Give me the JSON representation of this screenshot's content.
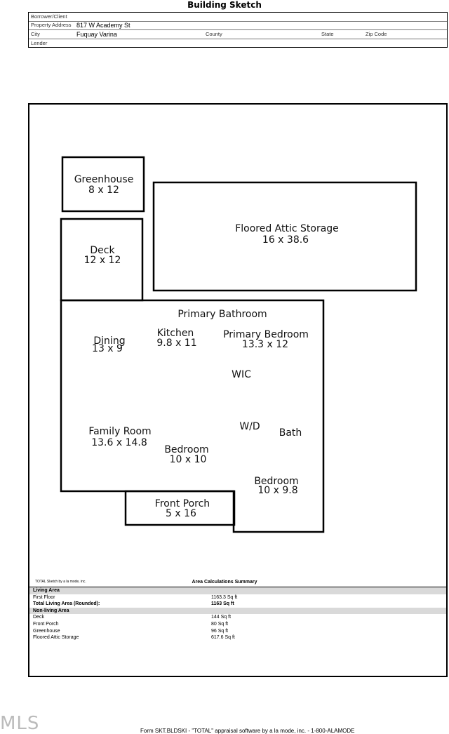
{
  "title": "Building Sketch",
  "header": {
    "borrower_label": "Borrower/Client",
    "borrower_value": "",
    "address_label": "Property Address",
    "address_value": "817 W Academy St",
    "city_label": "City",
    "city_value": "Fuquay Varina",
    "county_label": "County",
    "state_label": "State",
    "zip_label": "Zip Code",
    "lender_label": "Lender"
  },
  "rooms": {
    "greenhouse": {
      "name": "Greenhouse",
      "dims": "8 x 12"
    },
    "attic": {
      "name": "Floored Attic Storage",
      "dims": "16 x 38.6"
    },
    "deck": {
      "name": "Deck",
      "dims": "12 x 12"
    },
    "primary_bathroom": {
      "name": "Primary Bathroom"
    },
    "dining": {
      "name": "Dining",
      "dims": "13 x 9"
    },
    "kitchen": {
      "name": "Kitchen",
      "dims": "9.8 x 11"
    },
    "primary_bedroom": {
      "name": "Primary Bedroom",
      "dims": "13.3 x 12"
    },
    "wic": {
      "name": "WIC"
    },
    "family_room": {
      "name": "Family Room",
      "dims": "13.6 x 14.8"
    },
    "wd": {
      "name": "W/D"
    },
    "bath": {
      "name": "Bath"
    },
    "bedroom1": {
      "name": "Bedroom",
      "dims": "10 x 10"
    },
    "bedroom2": {
      "name": "Bedroom",
      "dims": "10 x 9.8"
    },
    "front_porch": {
      "name": "Front Porch",
      "dims": "5 x 16"
    }
  },
  "credit": "TOTAL Sketch by a la mode, inc.",
  "summary": {
    "title": "Area Calculations Summary",
    "living_header": "Living Area",
    "first_floor": {
      "name": "First Floor",
      "area": "1163.3 Sq ft"
    },
    "total_living": {
      "name": "Total Living Area (Rounded):",
      "area": "1163 Sq ft"
    },
    "nonliving_header": "Non-living Area",
    "deck": {
      "name": "Deck",
      "area": "144 Sq ft"
    },
    "front_porch": {
      "name": "Front Porch",
      "area": "80 Sq ft"
    },
    "greenhouse": {
      "name": "Greenhouse",
      "area": "96 Sq ft"
    },
    "attic": {
      "name": "Floored Attic Storage",
      "area": "617.6 Sq ft"
    }
  },
  "watermark": "MLS",
  "footer": "Form SKT.BLDSKI - \"TOTAL\" appraisal software by a la mode, inc. - 1-800-ALAMODE"
}
